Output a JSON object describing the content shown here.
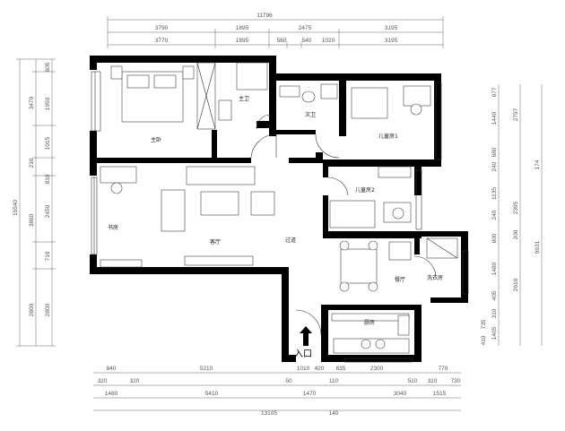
{
  "dims_top": {
    "row1": [
      "11796"
    ],
    "row2": [
      "3790",
      "1895",
      "2475",
      "3195"
    ],
    "row3": [
      "3770",
      "1895",
      "560",
      "540",
      "1020",
      "3195"
    ]
  },
  "dims_bottom": {
    "row1": [
      "840",
      "5210",
      "1010",
      "420",
      "635",
      "2300",
      "770"
    ],
    "row2": [
      "320",
      "320",
      "50",
      "110",
      "510",
      "310",
      "730"
    ],
    "row3": [
      "1480",
      "5410",
      "1470",
      "3040",
      "1515"
    ],
    "row4": [
      "13105",
      "140"
    ]
  },
  "dims_left": {
    "outer": [
      "15540"
    ],
    "mid": [
      "3470",
      "210",
      "3860",
      "2800"
    ],
    "inner": [
      "605",
      "1950",
      "1015",
      "810",
      "2450",
      "710",
      "2800"
    ]
  },
  "dims_right": {
    "inner": [
      "677",
      "1440",
      "680",
      "240",
      "1135",
      "240",
      "600",
      "1480",
      "405",
      "310",
      "1405",
      "410",
      "735"
    ],
    "mid": [
      "2797",
      "174",
      "2395",
      "200",
      "2610"
    ],
    "outer": [
      "9631"
    ]
  },
  "rooms": {
    "master": "主卧",
    "bath1": "主卫",
    "bath2": "次卫",
    "child1": "儿童房1",
    "child2": "儿童房2",
    "study": "书房",
    "living": "客厅",
    "corridor": "过道",
    "dining": "餐厅",
    "laundry": "洗衣房",
    "kitchen": "厨房",
    "entrance": "入口"
  }
}
